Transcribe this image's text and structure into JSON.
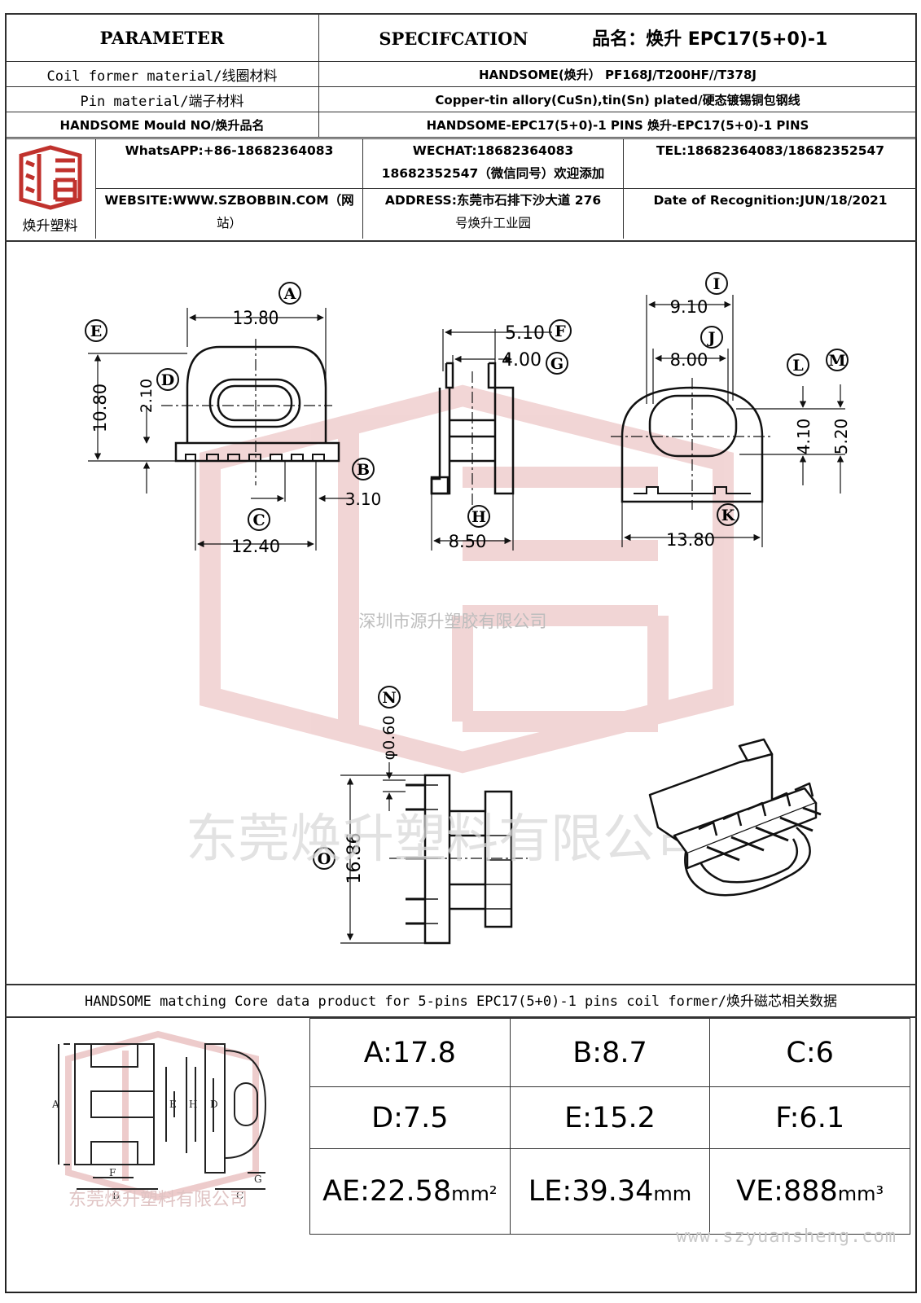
{
  "header": {
    "parameter_label": "PARAMETER",
    "specification_label": "SPECIFCATION",
    "product_name_label": "品名：焕升 EPC17(5+0)-1",
    "rows": [
      {
        "label": "Coil former material/线圈材料",
        "value": "HANDSOME(焕升）   PF168J/T200HF//T378J"
      },
      {
        "label": "Pin material/端子材料",
        "value": "Copper-tin allory(CuSn),tin(Sn) plated/硬态镀锡铜包钢线"
      },
      {
        "label": "HANDSOME Mould NO/焕升品名",
        "value": "HANDSOME-EPC17(5+0)-1 PINS    焕升-EPC17(5+0)-1 PINS"
      }
    ]
  },
  "company": {
    "logo_text": "焕升塑料",
    "whatsapp": "WhatsAPP:+86-18682364083",
    "wechat_line1": "WECHAT:18682364083",
    "wechat_line2": "18682352547（微信同号）欢迎添加",
    "tel": "TEL:18682364083/18682352547",
    "website_line1": "WEBSITE:WWW.SZBOBBIN.COM（网",
    "website_line2": "站）",
    "address_line1": "ADDRESS:东莞市石排下沙大道 276",
    "address_line2": "号焕升工业园",
    "date": "Date of Recognition:JUN/18/2021"
  },
  "drawing": {
    "labels": {
      "A": "A",
      "B": "B",
      "C": "C",
      "D": "D",
      "E": "E",
      "F": "F",
      "G": "G",
      "H": "H",
      "I": "I",
      "J": "J",
      "K": "K",
      "L": "L",
      "M": "M",
      "N": "N",
      "O": "O"
    },
    "dims": {
      "A": "13.80",
      "B": "3.10",
      "C": "12.40",
      "D": "2.10",
      "E": "10.80",
      "F": "5.10",
      "G": "4.00",
      "H": "8.50",
      "I": "9.10",
      "J": "8.00",
      "K": "13.80",
      "L": "4.10",
      "M": "5.20",
      "N": "φ0.60",
      "O": "16.86"
    },
    "watermark_small": "深圳市源升塑胶有限公司",
    "watermark_large": "东莞焕升塑料有限公司"
  },
  "core": {
    "title": "HANDSOME matching Core data  product for 5-pins EPC17(5+0)-1 pins coil former/焕升磁芯相关数据",
    "diagram_labels": {
      "A": "A",
      "E": "E",
      "H": "H",
      "D": "D",
      "F": "F",
      "B": "B",
      "C": "C",
      "G": "G"
    },
    "watermark": "东莞焕升塑料有限公司",
    "cells": {
      "A": "A:17.8",
      "B": "B:8.7",
      "C": "C:6",
      "D": "D:7.5",
      "E": "E:15.2",
      "F": "F:6.1",
      "AE": "AE:22.58",
      "AE_unit": "mm²",
      "LE": "LE:39.34",
      "LE_unit": "mm",
      "VE": "VE:888",
      "VE_unit": "mm³"
    }
  },
  "footer": {
    "website": "www.szyuansheng.com"
  },
  "colors": {
    "watermark_red": "#e8b8b8",
    "line": "#111111",
    "logo_red": "#c0322d"
  }
}
